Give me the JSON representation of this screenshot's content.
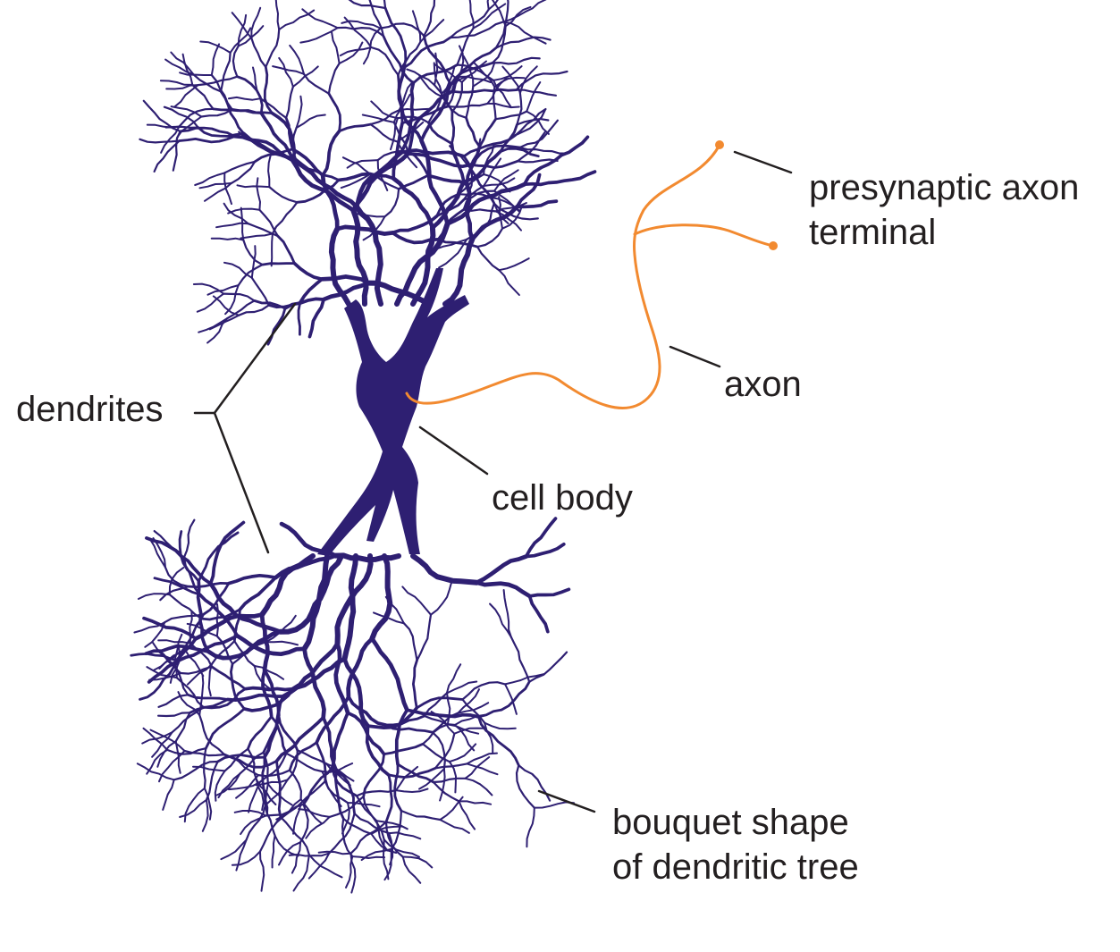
{
  "colors": {
    "neuron": "#2e1f72",
    "axon": "#f28a30",
    "leader": "#231f20",
    "text": "#231f20"
  },
  "labels": {
    "presynaptic_line1": "presynaptic axon",
    "presynaptic_line2": "terminal",
    "axon": "axon",
    "dendrites": "dendrites",
    "cell_body": "cell body",
    "bouquet_line1": "bouquet shape",
    "bouquet_line2": "of dendritic tree"
  }
}
